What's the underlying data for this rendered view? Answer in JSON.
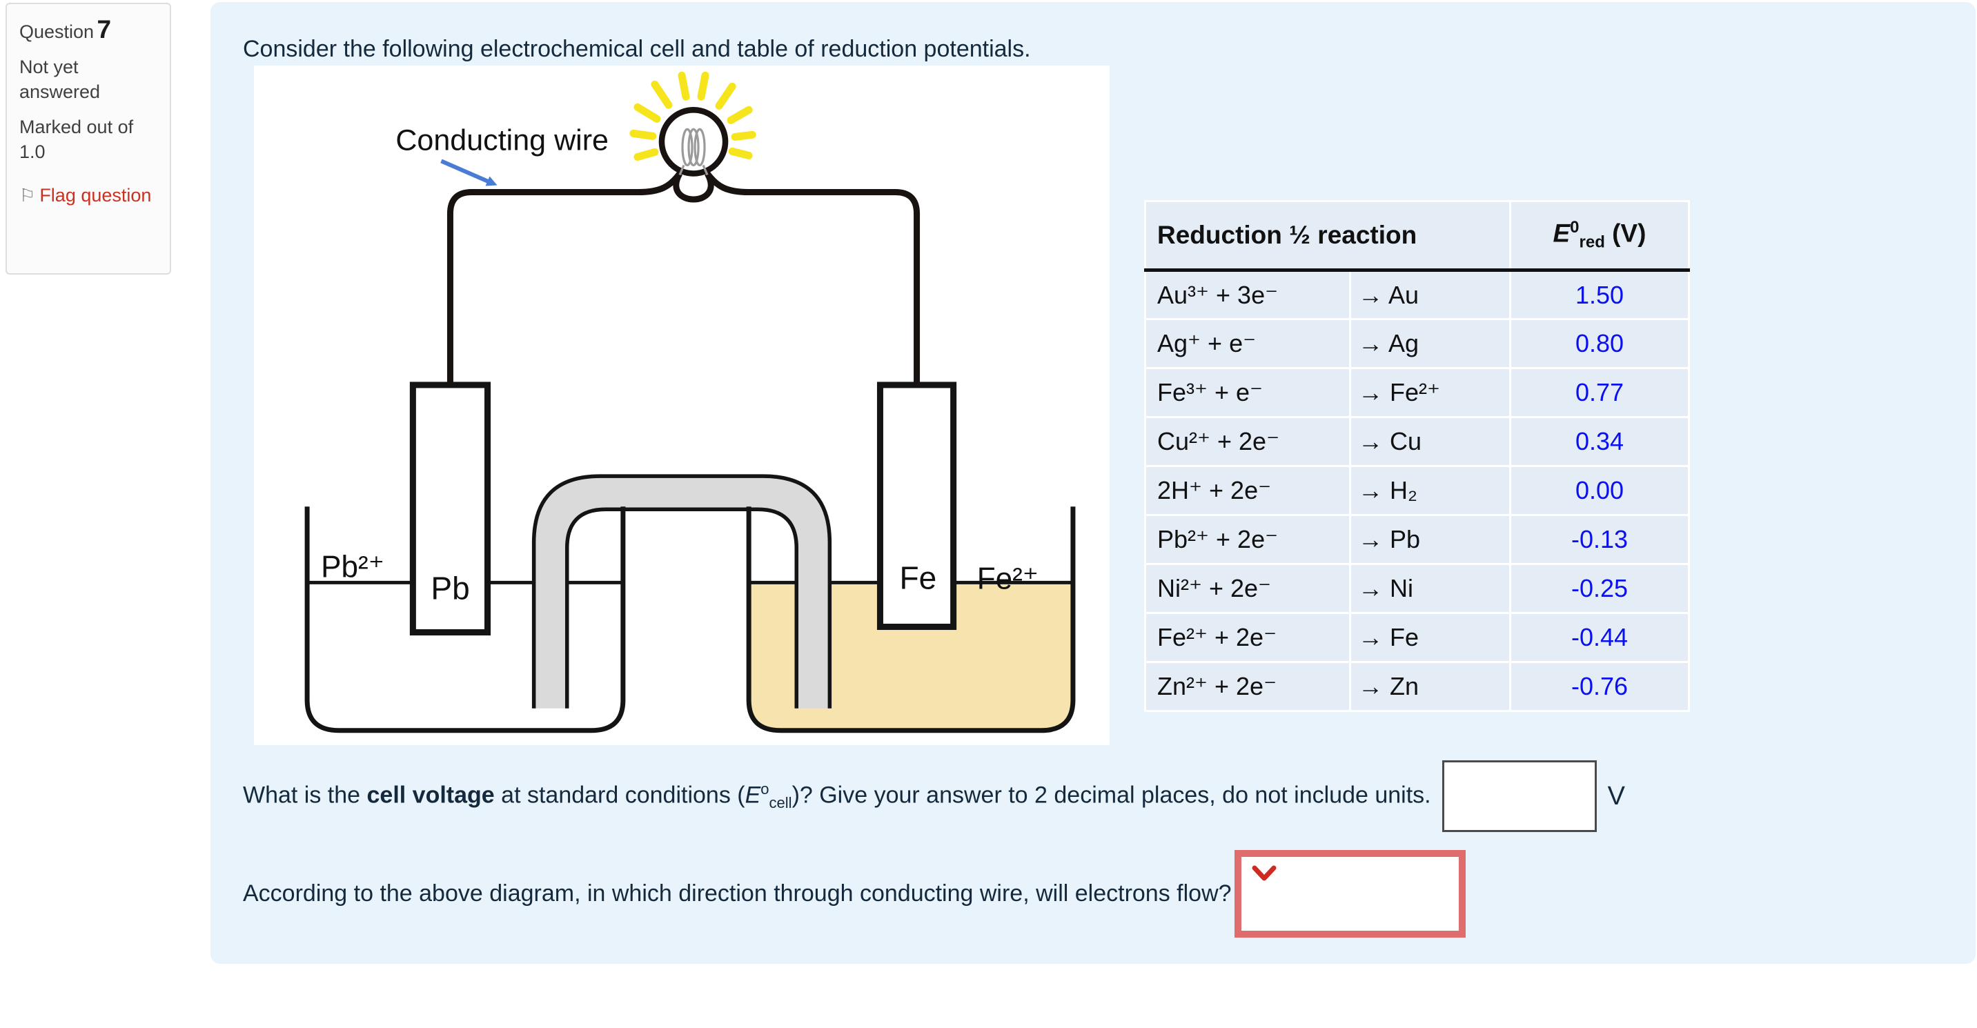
{
  "colors": {
    "panel_bg": "#e8f3fc",
    "table_cell_bg": "#e4edf6",
    "table_value_blue": "#0a10ee",
    "body_text": "#14293c",
    "solution_tan": "#f7e3ad",
    "salt_bridge_gray": "#dadada",
    "ray_yellow": "#f6e51c",
    "arrow_blue": "#4a7cd6",
    "flag_red": "#ca3120",
    "dropdown_border_red": "#e06d6d",
    "chevron_red": "#cf2b23"
  },
  "question_info": {
    "label": "Question",
    "number": "7",
    "status": "Not yet answered",
    "marked": "Marked out of 1.0",
    "flag_icon": "⚐",
    "flag": "Flag question"
  },
  "main": {
    "intro": "Consider the following electrochemical cell and table of reduction potentials."
  },
  "diagram": {
    "wire_label": "Conducting wire",
    "left_ion": "Pb²⁺",
    "left_metal": "Pb",
    "right_metal": "Fe",
    "right_ion": "Fe²⁺"
  },
  "potentials": {
    "header_reaction": "Reduction ½ reaction",
    "e": {
      "sym": "E",
      "sup": "0",
      "sub": "red",
      "unit": "(V)"
    },
    "rows": [
      {
        "reactant": "Au³⁺  +  3e⁻",
        "product": "→ Au",
        "value": "1.50"
      },
      {
        "reactant": "Ag⁺ +  e⁻",
        "product": "→ Ag",
        "value": "0.80"
      },
      {
        "reactant": "Fe³⁺  +  e⁻",
        "product": "→ Fe²⁺",
        "value": "0.77"
      },
      {
        "reactant": "Cu²⁺  +  2e⁻",
        "product": "→ Cu",
        "value": "0.34"
      },
      {
        "reactant": "2H⁺  +  2e⁻",
        "product": "→ H₂",
        "value": "0.00"
      },
      {
        "reactant": "Pb²⁺  +  2e⁻",
        "product": "→ Pb",
        "value": "-0.13"
      },
      {
        "reactant": "Ni²⁺  +  2e⁻",
        "product": "→ Ni",
        "value": "-0.25"
      },
      {
        "reactant": "Fe²⁺  +  2e⁻",
        "product": "→ Fe",
        "value": "-0.44"
      },
      {
        "reactant": "Zn²⁺  +  2e⁻",
        "product": "→ Zn",
        "value": "-0.76"
      }
    ]
  },
  "q1": {
    "part1": "What is the ",
    "bold": "cell voltage",
    "part2": " at standard conditions (",
    "esym": "E",
    "esup": "o",
    "esub": "cell",
    "part3": ")? Give your answer to 2 decimal places, do not include units.",
    "value": "",
    "unit": "V"
  },
  "q2": {
    "text": "According to the above diagram, in which direction through conducting wire, will electrons flow?",
    "selected": ""
  }
}
